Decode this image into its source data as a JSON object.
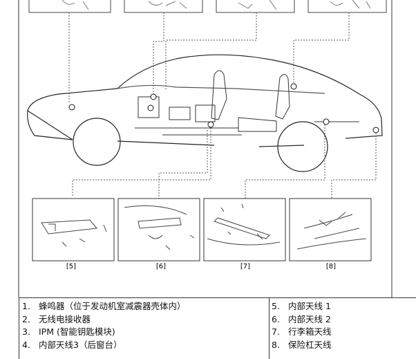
{
  "detail_labels": [
    "[5]",
    "[6]",
    "[7]",
    "[8]"
  ],
  "legend": {
    "left": [
      {
        "num": "1.",
        "text": "蜂鸣器（位于发动机室减震器壳体内）"
      },
      {
        "num": "2.",
        "text": "无线电接收器"
      },
      {
        "num": "3.",
        "text": "IPM (智能钥匙模块)"
      },
      {
        "num": "4.",
        "text": "内部天线3（后窗台）"
      }
    ],
    "right": [
      {
        "num": "5.",
        "text": "内部天线 1"
      },
      {
        "num": "6.",
        "text": "内部天线 2"
      },
      {
        "num": "7.",
        "text": "行李箱天线"
      },
      {
        "num": "8.",
        "text": "保险杠天线"
      }
    ]
  }
}
